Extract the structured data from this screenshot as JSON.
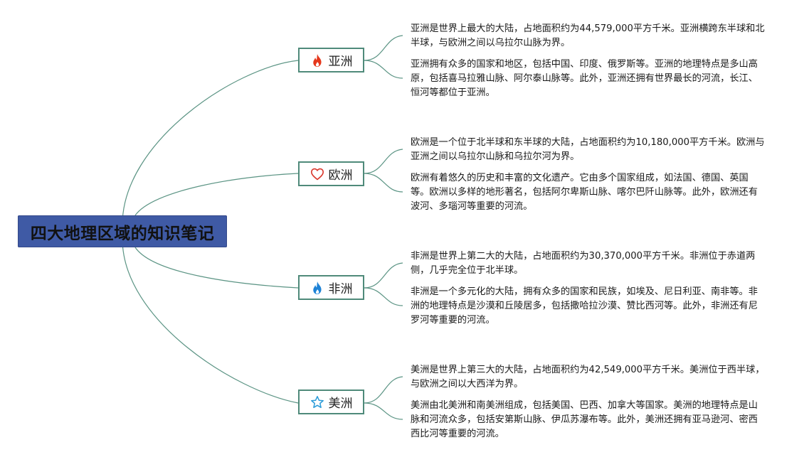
{
  "root": {
    "title": "四大地理区域的知识笔记"
  },
  "colors": {
    "root_fill": "#3f5aa5",
    "branch_border": "#4f8a7a",
    "connector": "#5b9484",
    "fire_red": "#e5371b",
    "heart_red": "#d9362b",
    "fire_blue": "#1d82d6",
    "star_blue": "#2b9bd8"
  },
  "branches": [
    {
      "label": "亚洲",
      "icon": "fire-red-icon",
      "notes": [
        "亚洲是世界上最大的大陆，占地面积约为44,579,000平方千米。亚洲横跨东半球和北半球，与欧洲之间以乌拉尔山脉为界。",
        "亚洲拥有众多的国家和地区，包括中国、印度、俄罗斯等。亚洲的地理特点是多山高原，包括喜马拉雅山脉、阿尔泰山脉等。此外，亚洲还拥有世界最长的河流，长江、恒河等都位于亚洲。"
      ]
    },
    {
      "label": "欧洲",
      "icon": "heart-outline-icon",
      "notes": [
        "欧洲是一个位于北半球和东半球的大陆，占地面积约为10,180,000平方千米。欧洲与亚洲之间以乌拉尔山脉和乌拉尔河为界。",
        "欧洲有着悠久的历史和丰富的文化遗产。它由多个国家组成，如法国、德国、英国等。欧洲以多样的地形著名，包括阿尔卑斯山脉、喀尔巴阡山脉等。此外，欧洲还有波河、多瑙河等重要的河流。"
      ]
    },
    {
      "label": "非洲",
      "icon": "fire-blue-icon",
      "notes": [
        "非洲是世界上第二大的大陆，占地面积约为30,370,000平方千米。非洲位于赤道两侧，几乎完全位于北半球。",
        "非洲是一个多元化的大陆，拥有众多的国家和民族，如埃及、尼日利亚、南非等。非洲的地理特点是沙漠和丘陵居多，包括撒哈拉沙漠、赞比西河等。此外，非洲还有尼罗河等重要的河流。"
      ]
    },
    {
      "label": "美洲",
      "icon": "star-outline-icon",
      "notes": [
        "美洲是世界上第三大的大陆，占地面积约为42,549,000平方千米。美洲位于西半球，与欧洲之间以大西洋为界。",
        "美洲由北美洲和南美洲组成，包括美国、巴西、加拿大等国家。美洲的地理特点是山脉和河流众多，包括安第斯山脉、伊瓜苏瀑布等。此外，美洲还拥有亚马逊河、密西西比河等重要的河流。"
      ]
    }
  ]
}
